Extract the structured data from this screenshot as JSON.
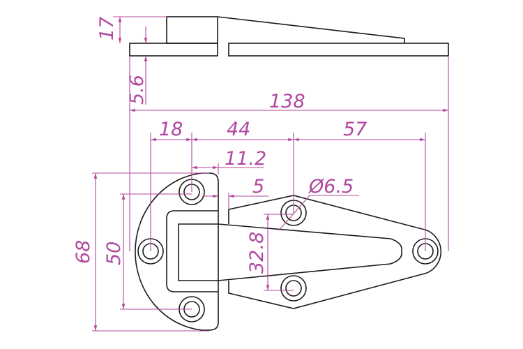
{
  "drawing": {
    "title": "Hinge technical drawing",
    "line_color": "#1a1a1a",
    "dimension_color": "#b0489e",
    "dimensions": {
      "height_top": "17",
      "plate_thickness": "5.6",
      "overall_length": "138",
      "hole_offset_left": "18",
      "hole_spacing_mid": "44",
      "hole_spacing_right": "57",
      "offset_11_2": "11.2",
      "gap_5": "5",
      "hole_diameter": "Ø6.5",
      "overall_height": "68",
      "left_hole_spacing": "50",
      "right_hole_spacing": "32.8"
    }
  }
}
